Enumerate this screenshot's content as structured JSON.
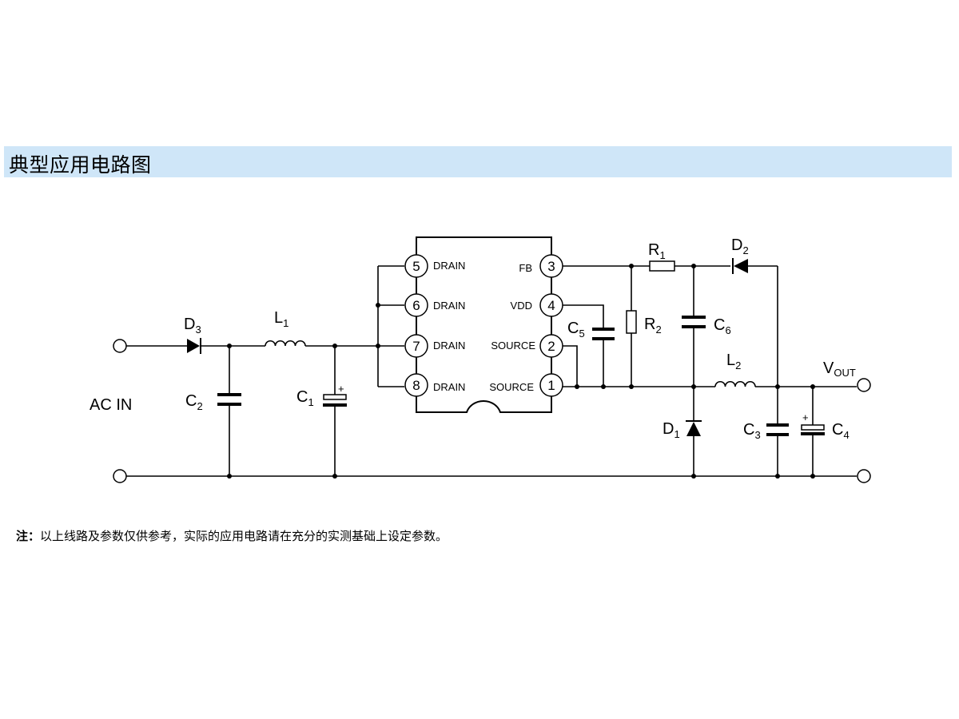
{
  "header": {
    "title": "典型应用电路图"
  },
  "schematic": {
    "ic": {
      "pins": [
        {
          "num": "5",
          "name": "DRAIN"
        },
        {
          "num": "6",
          "name": "DRAIN"
        },
        {
          "num": "7",
          "name": "DRAIN"
        },
        {
          "num": "8",
          "name": "DRAIN"
        },
        {
          "num": "3",
          "name": "FB"
        },
        {
          "num": "4",
          "name": "VDD"
        },
        {
          "num": "2",
          "name": "SOURCE"
        },
        {
          "num": "1",
          "name": "SOURCE"
        }
      ]
    },
    "labels": {
      "ac_in": "AC IN",
      "d3": {
        "main": "D",
        "sub": "3"
      },
      "l1": {
        "main": "L",
        "sub": "1"
      },
      "c2": {
        "main": "C",
        "sub": "2"
      },
      "c1": {
        "main": "C",
        "sub": "1"
      },
      "c5": {
        "main": "C",
        "sub": "5"
      },
      "r1": {
        "main": "R",
        "sub": "1"
      },
      "r2": {
        "main": "R",
        "sub": "2"
      },
      "c6": {
        "main": "C",
        "sub": "6"
      },
      "d2": {
        "main": "D",
        "sub": "2"
      },
      "l2": {
        "main": "L",
        "sub": "2"
      },
      "d1": {
        "main": "D",
        "sub": "1"
      },
      "c3": {
        "main": "C",
        "sub": "3"
      },
      "c4": {
        "main": "C",
        "sub": "4"
      },
      "vout": {
        "main": "V",
        "sub": "OUT"
      },
      "plus": "+"
    }
  },
  "note": {
    "prefix": "注：",
    "text": "以上线路及参数仅供参考，实际的应用电路请在充分的实测基础上设定参数。"
  }
}
